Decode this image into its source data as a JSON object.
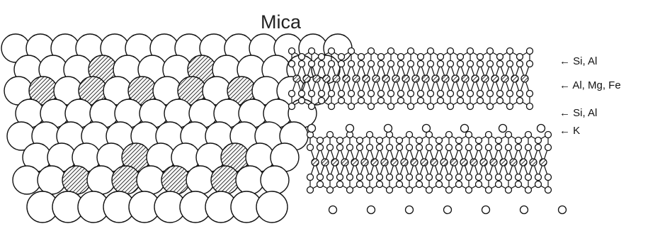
{
  "title": "Mica",
  "labels": [
    {
      "id": "si-al-top",
      "text": "← Si, Al"
    },
    {
      "id": "al-mg-fe",
      "text": "← Al, Mg, Fe"
    },
    {
      "id": "si-al-bottom",
      "text": "← Si, Al"
    },
    {
      "id": "k",
      "text": "← K"
    }
  ],
  "colors": {
    "line": "#111111",
    "atom_fill": "#ffffff",
    "hatch": "#333333"
  },
  "atom_types": {
    "oxygen": "open-circle",
    "cation": "hatched-circle",
    "potassium": "open-circle"
  }
}
